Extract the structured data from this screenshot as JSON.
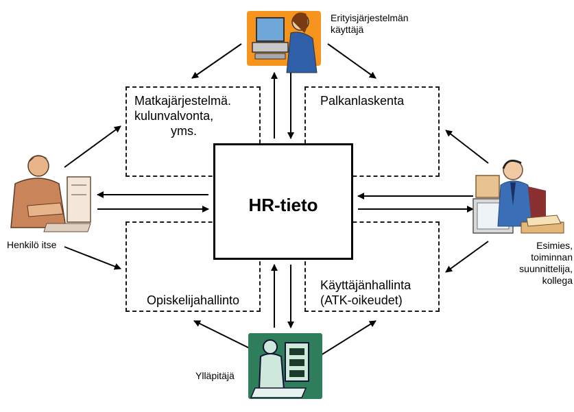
{
  "center": {
    "label": "HR-tieto"
  },
  "systems": {
    "top_left": {
      "lines": [
        "Matkajärjestelmä.",
        "kulunvalvonta,",
        "yms."
      ]
    },
    "top_right": {
      "label": "Palkanlaskenta"
    },
    "bottom_left": {
      "label": "Opiskelijahallinto"
    },
    "bottom_right": {
      "lines": [
        "Käyttäjänhallinta",
        "(ATK-oikeudet)"
      ]
    }
  },
  "actors": {
    "top": {
      "lines": [
        "Erityisjärjestelmän",
        "käyttäjä"
      ]
    },
    "left": {
      "label": "Henkilö itse"
    },
    "right": {
      "lines": [
        "Esimies,",
        "toiminnan",
        "suunnittelija,",
        "kollega"
      ]
    },
    "bottom": {
      "label": "Ylläpitäjä"
    }
  },
  "colors": {
    "line": "#000000",
    "accent_orange": "#f7941d",
    "accent_green": "#2e7d5b",
    "accent_blue": "#3a6fb7"
  }
}
